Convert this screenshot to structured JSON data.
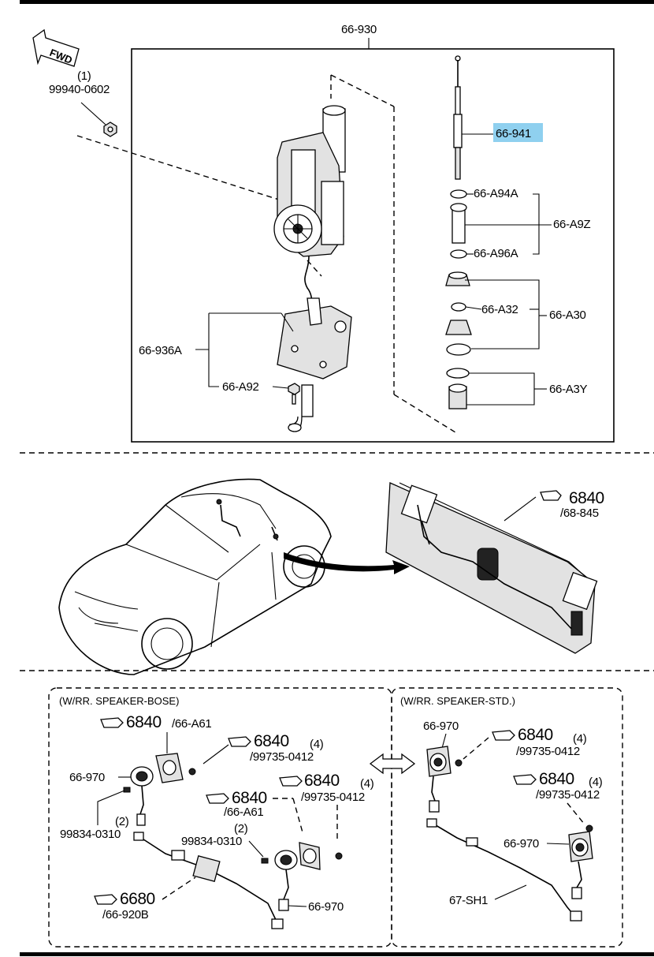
{
  "diagram": {
    "fwd_label": "FWD",
    "top": {
      "assembly_label": "66-930",
      "nut_qty": "(1)",
      "nut_part": "99940-0602",
      "rod_part": "66-941",
      "washer_top": "66-A94A",
      "washer_bottom": "66-A96A",
      "bushing_group": "66-A9Z",
      "grommet_inner": "66-A32",
      "grommet_group": "66-A30",
      "bracket_part": "66-936A",
      "bolt_part": "66-A92",
      "cap_group": "66-A3Y"
    },
    "middle": {
      "ref_num": "6840",
      "ref_sub": "/68-845"
    },
    "bottom_left": {
      "title": "(W/RR. SPEAKER-BOSE)",
      "ref1_num": "6840",
      "ref1_sub": "/66-A61",
      "ref2_num": "6840",
      "ref2_qty": "(4)",
      "ref2_sub": "/99735-0412",
      "ref3_num": "6840",
      "ref3_qty": "(4)",
      "ref3_sub": "/99735-0412",
      "ref4_num": "6840",
      "ref4_sub": "/66-A61",
      "speaker1": "66-970",
      "screw1_qty": "(2)",
      "screw1_part": "99834-0310",
      "screw2_qty": "(2)",
      "screw2_part": "99834-0310",
      "speaker2": "66-970",
      "ref5_num": "6680",
      "ref5_sub": "/66-920B"
    },
    "bottom_right": {
      "title": "(W/RR. SPEAKER-STD.)",
      "speaker1": "66-970",
      "ref1_num": "6840",
      "ref1_qty": "(4)",
      "ref1_sub": "/99735-0412",
      "ref2_num": "6840",
      "ref2_qty": "(4)",
      "ref2_sub": "/99735-0412",
      "speaker2": "66-970",
      "harness": "67-SH1"
    }
  }
}
